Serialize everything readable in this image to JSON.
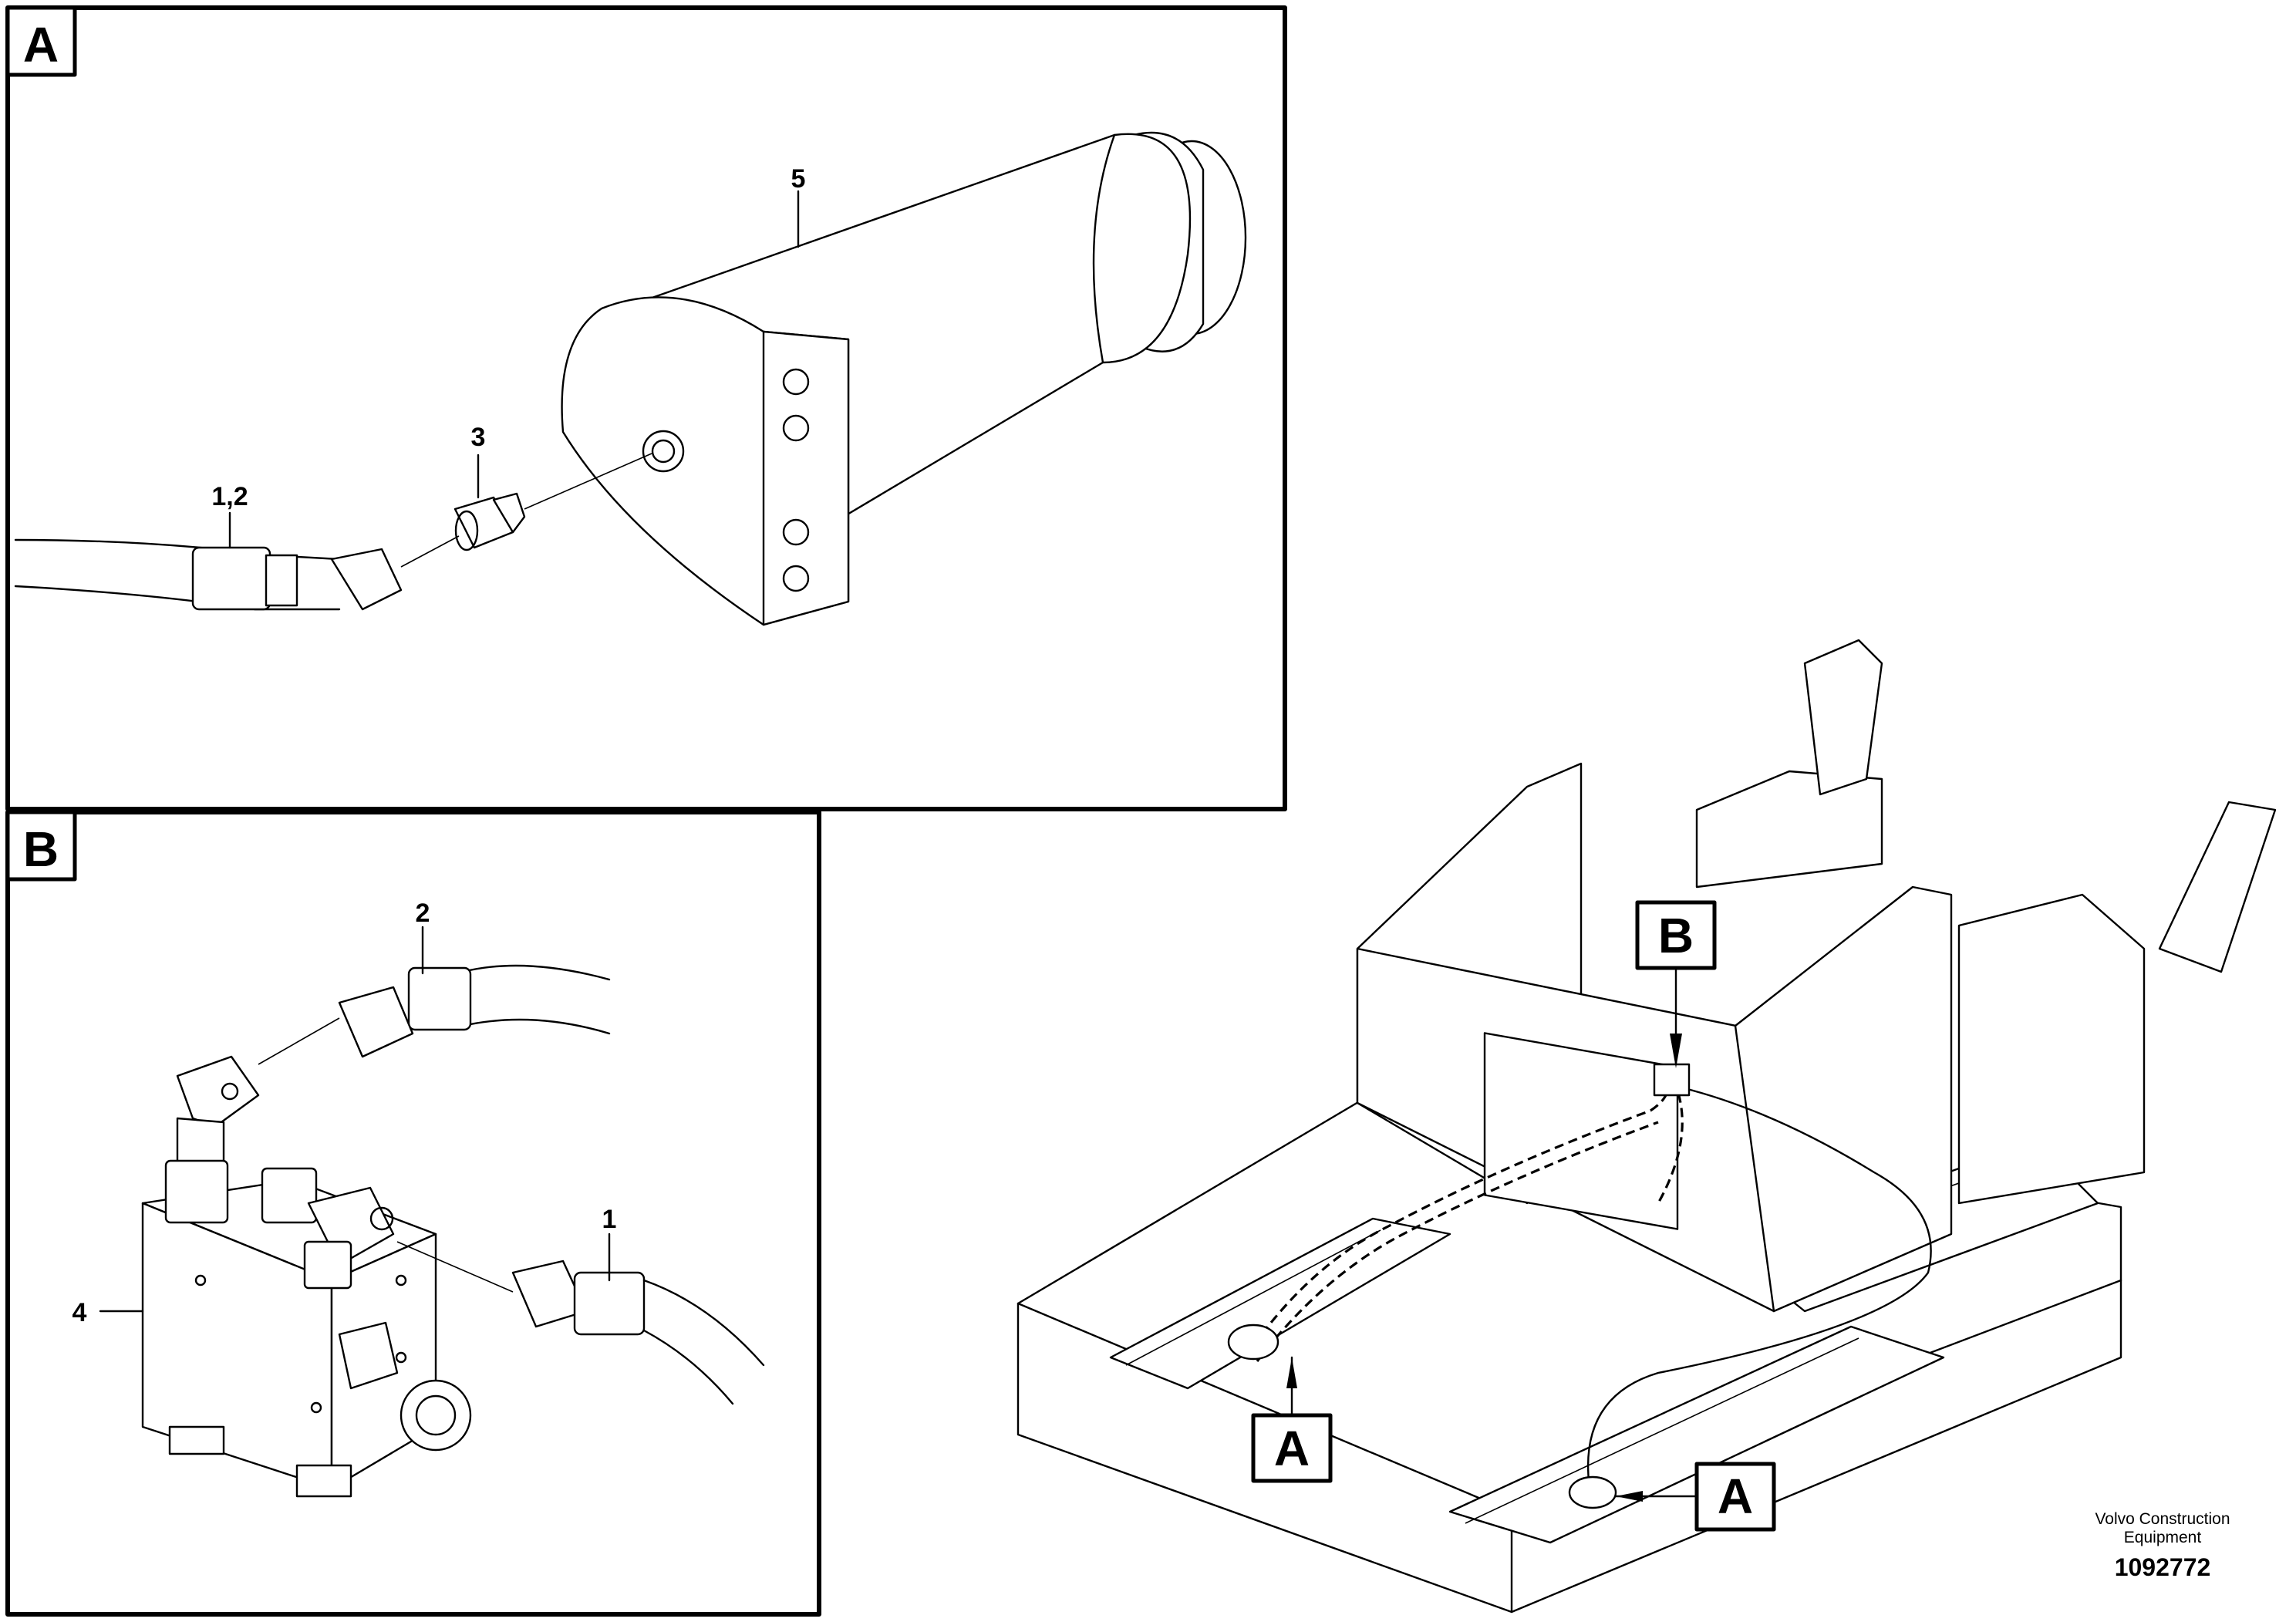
{
  "panels": [
    {
      "id": "A",
      "label": "A"
    },
    {
      "id": "B",
      "label": "B"
    }
  ],
  "callouts": {
    "hose_1_2": "1,2",
    "fitting_3": "3",
    "accumulator_5": "5",
    "hose_2": "2",
    "hose_1": "1",
    "valve_block_4": "4"
  },
  "overview_markers": {
    "b": "B",
    "a_left": "A",
    "a_right": "A"
  },
  "footer": {
    "company_line1": "Volvo Construction",
    "company_line2": "Equipment",
    "illustration_number": "1092772"
  }
}
